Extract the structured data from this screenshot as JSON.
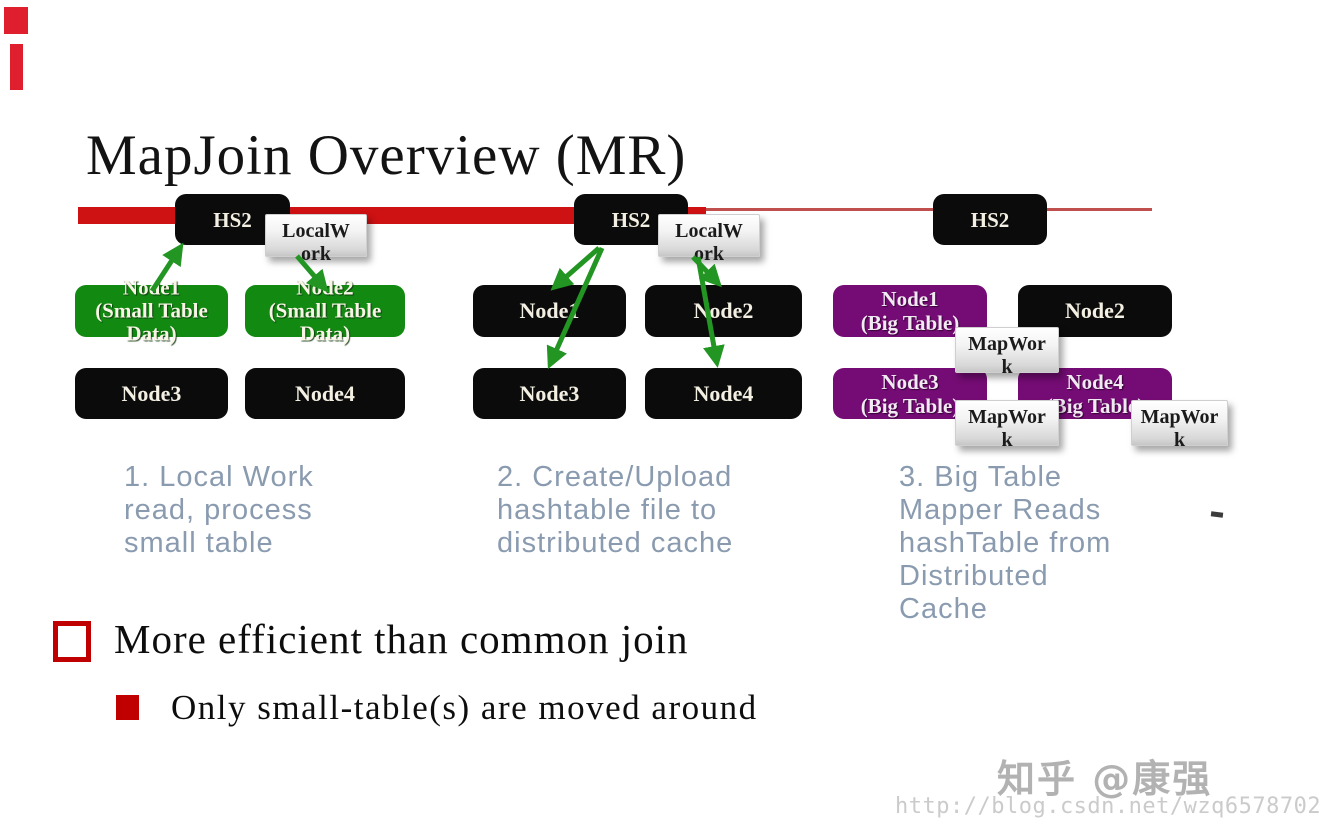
{
  "slide": {
    "title": "MapJoin Overview (MR)",
    "bullets": [
      {
        "text": "More efficient than common join"
      },
      {
        "text": "Only small-table(s) are moved around"
      }
    ],
    "watermark": {
      "brand": "知乎 @康强",
      "url": "http://blog.csdn.net/wzq6578702"
    }
  },
  "diagram": {
    "groups": [
      {
        "hs2": "HS2",
        "localwork": {
          "lines": [
            "LocalW",
            "ork"
          ]
        },
        "nodes": [
          {
            "lines": [
              "Node1",
              "(Small Table",
              "Data)"
            ],
            "style": "green"
          },
          {
            "lines": [
              "Node2",
              "(Small Table",
              "Data)"
            ],
            "style": "green"
          },
          {
            "lines": [
              "Node3"
            ],
            "style": "black"
          },
          {
            "lines": [
              "Node4"
            ],
            "style": "black"
          }
        ],
        "caption": {
          "lines": [
            "1. Local Work",
            "read, process",
            "small table"
          ]
        }
      },
      {
        "hs2": "HS2",
        "localwork": {
          "lines": [
            "LocalW",
            "ork"
          ]
        },
        "nodes": [
          {
            "lines": [
              "Node1"
            ],
            "style": "black"
          },
          {
            "lines": [
              "Node2"
            ],
            "style": "black"
          },
          {
            "lines": [
              "Node3"
            ],
            "style": "black"
          },
          {
            "lines": [
              "Node4"
            ],
            "style": "black"
          }
        ],
        "caption": {
          "lines": [
            "2. Create/Upload",
            "hashtable file to",
            "distributed cache"
          ]
        }
      },
      {
        "hs2": "HS2",
        "nodes": [
          {
            "lines": [
              "Node1",
              "(Big Table)"
            ],
            "style": "purple"
          },
          {
            "lines": [
              "Node2"
            ],
            "style": "black"
          },
          {
            "lines": [
              "Node3",
              "(Big Table)"
            ],
            "style": "purple"
          },
          {
            "lines": [
              "Node4",
              "(Big Table)"
            ],
            "style": "purple"
          }
        ],
        "mapwork": [
          {
            "lines": [
              "MapWor",
              "k"
            ]
          },
          {
            "lines": [
              "MapWor",
              "k"
            ]
          },
          {
            "lines": [
              "MapWor",
              "k"
            ]
          }
        ],
        "caption": {
          "lines": [
            "3. Big Table",
            "Mapper Reads",
            "hashTable from",
            "Distributed",
            "Cache"
          ]
        }
      }
    ],
    "colors": {
      "bar_red": "#ce1113",
      "thin_line_red": "#c0504d",
      "node_green": "#128a12",
      "node_purple": "#750c75",
      "node_black": "#0b0b0b",
      "arrow_green": "#229522",
      "caption_gray_blue": "#8a9bb0",
      "bullet_red": "#c00000"
    }
  }
}
